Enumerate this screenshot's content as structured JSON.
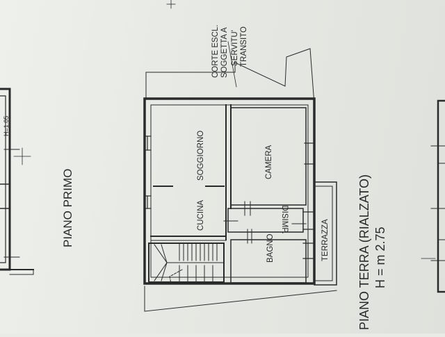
{
  "plan": {
    "floor_left_title": "PIANO PRIMO",
    "floor_left_height": "H=1.05",
    "floor_title": "PIANO TERRA (RIALZATO)",
    "floor_height": "H = m 2.75",
    "courtyard_note": [
      "CORTE ESCL.",
      "SOGGETTA A",
      "SERVITU'",
      "TRANSITO"
    ],
    "rooms": {
      "soggiorno": "SOGGIORNO",
      "cucina": "CUCINA",
      "camera": "CAMERA",
      "disimpegno": "DISIMP.",
      "bagno": "BAGNO",
      "terrazza": "TERRAZZA"
    }
  },
  "colors": {
    "ink": "#2a2a2a",
    "paper": "#e9ebe6"
  }
}
